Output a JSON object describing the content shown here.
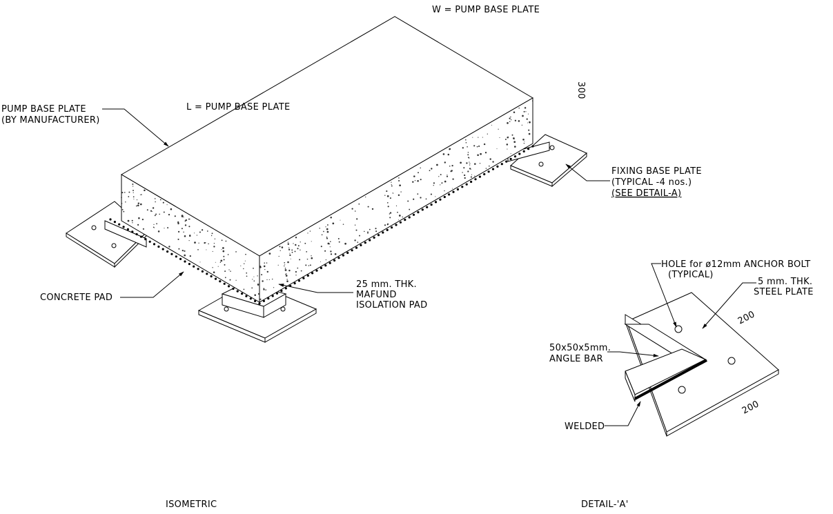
{
  "labels": {
    "w_dim": "W = PUMP BASE PLATE",
    "l_dim": "L = PUMP BASE PLATE",
    "height_dim": "300",
    "pump_base_plate": "PUMP BASE PLATE",
    "by_manufacturer": "(BY MANUFACTURER)",
    "concrete_pad": "CONCRETE PAD",
    "isolation_pad_1": "25 mm. THK.",
    "isolation_pad_2": "MAFUND",
    "isolation_pad_3": "ISOLATION PAD",
    "fixing_base_plate_1": "FIXING BASE PLATE",
    "fixing_base_plate_2": "(TYPICAL -4 nos.)",
    "fixing_base_plate_3": "(SEE DETAIL-A)",
    "hole_1": "HOLE for ø12mm ANCHOR BOLT",
    "hole_2": "(TYPICAL)",
    "steel_plate_1": "5 mm. THK.",
    "steel_plate_2": "STEEL PLATE",
    "dim_200_top": "200",
    "dim_200_bottom": "200",
    "angle_bar_1": "50x50x5mm.",
    "angle_bar_2": "ANGLE BAR",
    "welded": "WELDED",
    "isometric": "ISOMETRIC",
    "detail_a": "DETAIL-'A'"
  }
}
